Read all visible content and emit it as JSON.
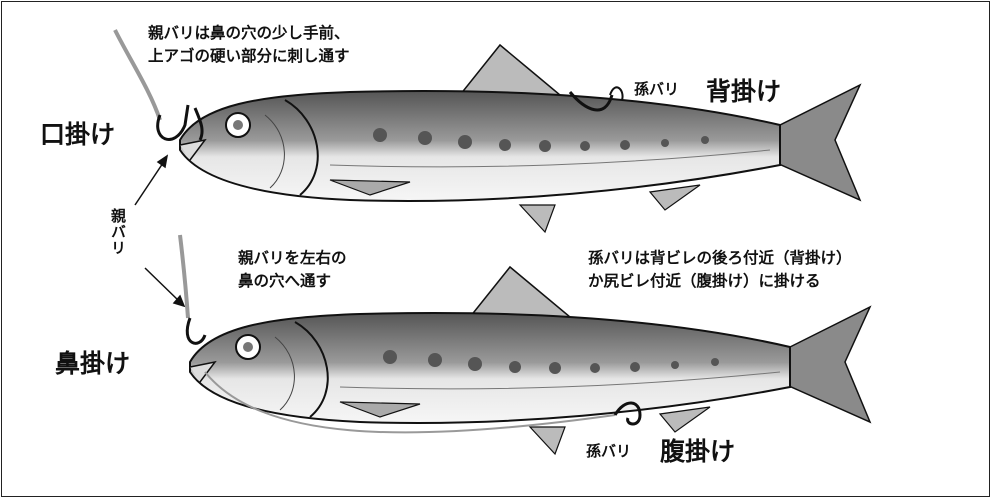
{
  "top_note": [
    "親バリは鼻の穴の少し手前、",
    "上アゴの硬い部分に刺し通す"
  ],
  "mouth_hook": "口掛け",
  "back_hook_small": "孫バリ",
  "back_hook": "背掛け",
  "parent_hook_vertical": "親バリ",
  "middle_note": [
    "親バリを左右の",
    "鼻の穴へ通す"
  ],
  "right_note": [
    "孫バリは背ビレの後ろ付近（背掛け）",
    "か尻ビレ付近（腹掛け）に掛ける"
  ],
  "nose_hook": "鼻掛け",
  "belly_hook_small": "孫バリ",
  "belly_hook": "腹掛け",
  "colors": {
    "fish_back": "#6e6e6e",
    "fish_belly": "#f2f2f2",
    "line": "#111111"
  }
}
